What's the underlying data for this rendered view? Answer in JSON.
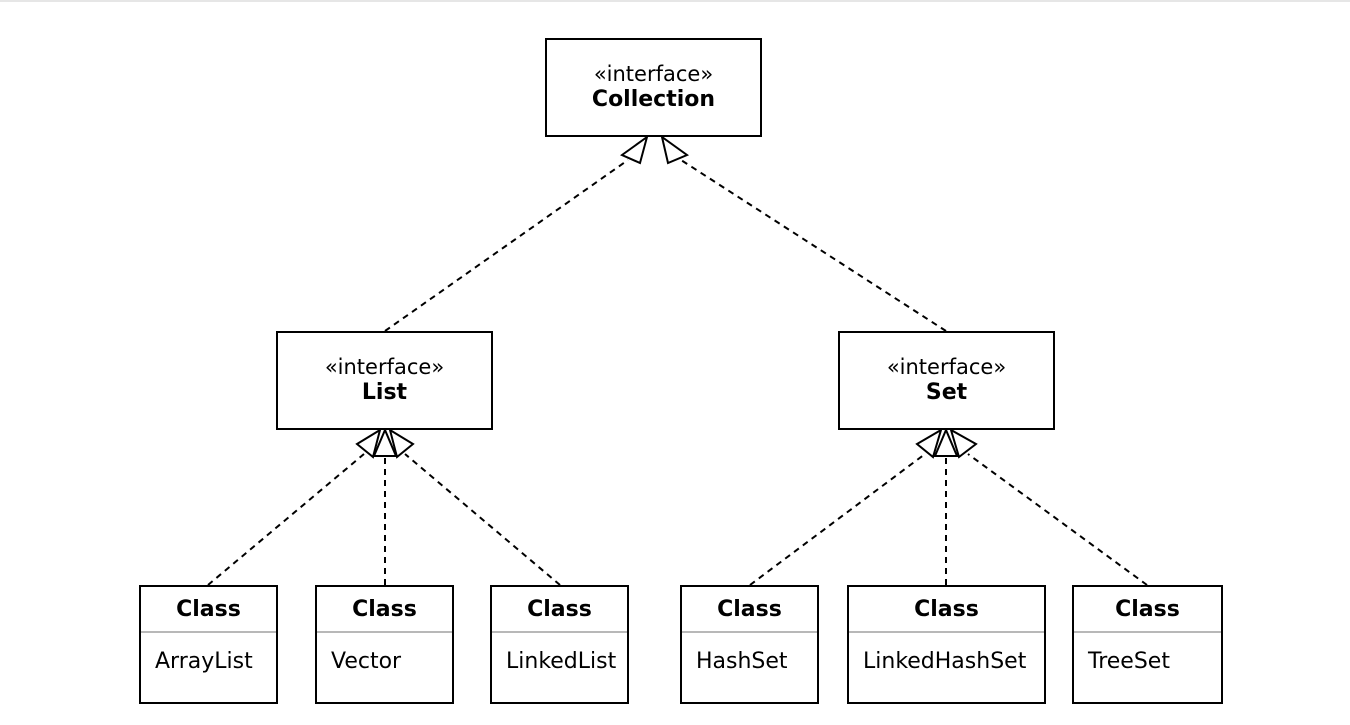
{
  "diagram": {
    "interfaces": [
      {
        "id": "collection",
        "stereotype": "«interface»",
        "name": "Collection"
      },
      {
        "id": "list",
        "stereotype": "«interface»",
        "name": "List"
      },
      {
        "id": "set",
        "stereotype": "«interface»",
        "name": "Set"
      }
    ],
    "classes": [
      {
        "id": "arraylist",
        "header": "Class",
        "name": "ArrayList"
      },
      {
        "id": "vector",
        "header": "Class",
        "name": "Vector"
      },
      {
        "id": "linkedlist",
        "header": "Class",
        "name": "LinkedList"
      },
      {
        "id": "hashset",
        "header": "Class",
        "name": "HashSet"
      },
      {
        "id": "linkedhashset",
        "header": "Class",
        "name": "LinkedHashSet"
      },
      {
        "id": "treeset",
        "header": "Class",
        "name": "TreeSet"
      }
    ],
    "relations": [
      {
        "from": "list",
        "to": "collection",
        "type": "realization"
      },
      {
        "from": "set",
        "to": "collection",
        "type": "realization"
      },
      {
        "from": "arraylist",
        "to": "list",
        "type": "realization"
      },
      {
        "from": "vector",
        "to": "list",
        "type": "realization"
      },
      {
        "from": "linkedlist",
        "to": "list",
        "type": "realization"
      },
      {
        "from": "hashset",
        "to": "set",
        "type": "realization"
      },
      {
        "from": "linkedhashset",
        "to": "set",
        "type": "realization"
      },
      {
        "from": "treeset",
        "to": "set",
        "type": "realization"
      }
    ]
  }
}
